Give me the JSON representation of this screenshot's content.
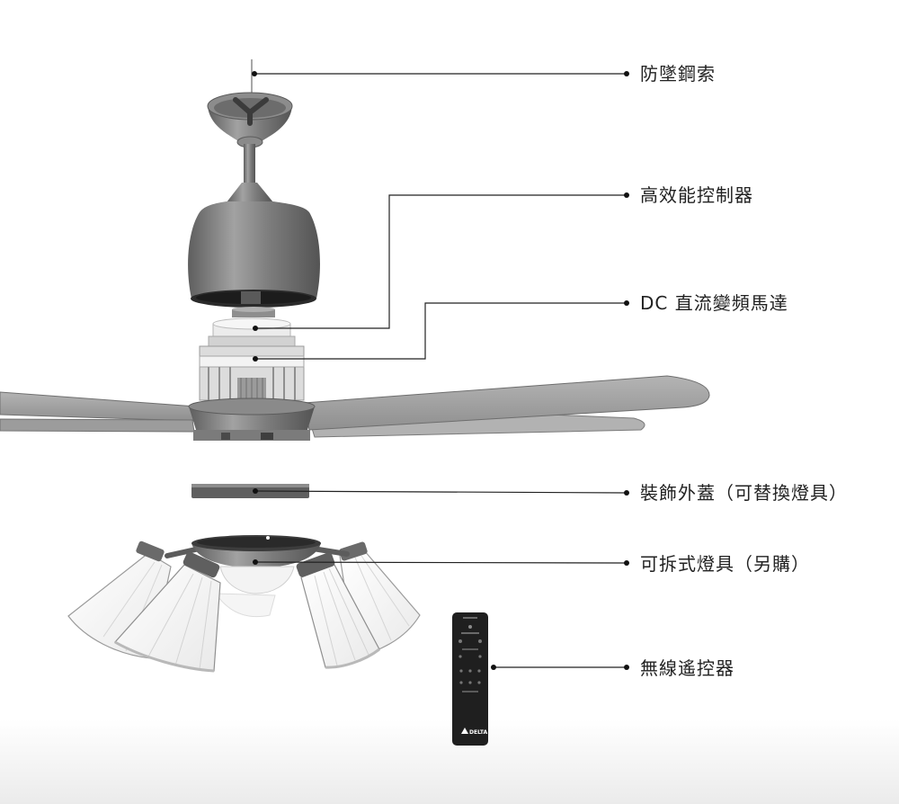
{
  "callouts": [
    {
      "label": "防墜鋼索"
    },
    {
      "label": "高效能控制器"
    },
    {
      "label": "DC 直流變頻馬達"
    },
    {
      "label": "裝飾外蓋（可替換燈具）"
    },
    {
      "label": "可拆式燈具（另購）"
    },
    {
      "label": "無線遙控器"
    }
  ],
  "remote": {
    "logo": "DELTA"
  },
  "colors": {
    "line": "#222222",
    "fan_body": "#7a7a7a",
    "blade": "#a0a0a0",
    "shade": "#f7f7f7",
    "remote": "#1f1f1f",
    "background": "#ffffff"
  }
}
